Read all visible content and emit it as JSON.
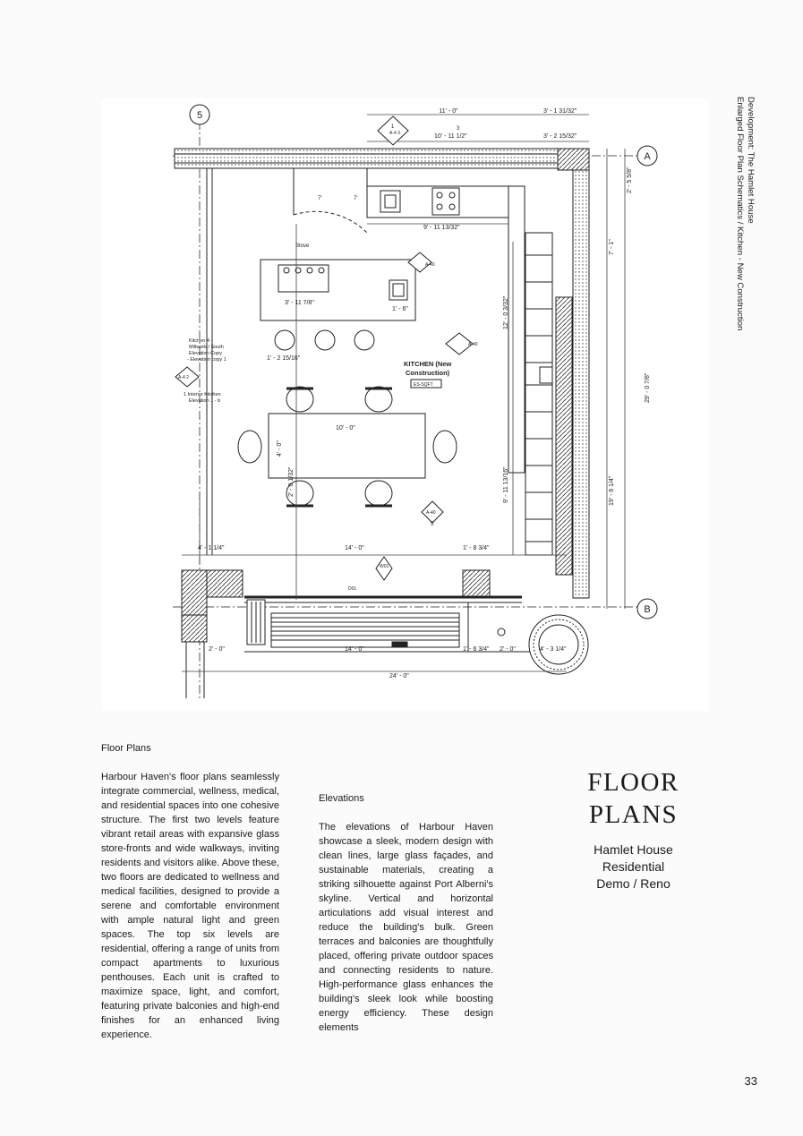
{
  "side_caption": {
    "line1": "Development: The Hamlet House",
    "line2": "Enlarged Floor Plan Schematics / Kitchen - New Construction"
  },
  "plan": {
    "grid_5": "5",
    "grid_a": "A",
    "grid_b": "B",
    "dim_top_11_0": "11' - 0\"",
    "dim_top_3_1": "3' - 1 31/32\"",
    "dim_top_10_11": "10' - 11 1/2\"",
    "dim_top_3_2": "3' - 2 15/32\"",
    "dim_9_11": "9' - 11 13/32\"",
    "dim_3_11": "3' - 11 7/8\"",
    "dim_1_6": "1' - 6\"",
    "dim_1_2": "1' - 2 15/16\"",
    "dim_10_0": "10' - 0\"",
    "dim_4_0": "4' - 0\"",
    "dim_2_0_half": "2' - 0 1/32\"",
    "dim_12_0": "12' - 0 3/32\"",
    "dim_9_11b": "9' - 11 13/16\"",
    "dim_r_2_5": "2' - 5 5/8\"",
    "dim_r_7_1": "7' - 1\"",
    "dim_r_29": "29' - 0 7/8\"",
    "dim_r_19": "19' - 6 1/4\"",
    "dim_4_1": "4' - 1 1/4\"",
    "dim_14_0a": "14' - 0\"",
    "dim_1_8": "1' - 8 3/4\"",
    "dim_2_0a": "2' - 0\"",
    "dim_14_0b": "14' - 0\"",
    "dim_1_6_3": "1' - 6 3/4\"",
    "dim_2_0b": "2' - 0\"",
    "dim_4_3": "4' - 3 1/4\"",
    "dim_24_0": "24' - 0\"",
    "dim_7a": "7'",
    "dim_7b": "7'",
    "stove_label": "Stove",
    "tag_a40a": "A-40",
    "tag_a40b": "A-40",
    "tag_a40c": "A-40",
    "tag_a4_2": "A-4 2",
    "tag_a4_3": "A-4 3",
    "tag_1": "1",
    "tag_3": "3",
    "tag_5": "5",
    "kitchen_line1": "KITCHEN (New",
    "kitchen_line2": "Construction)",
    "kitchen_tag": "ES-SQFT",
    "note_line1": "Kitchen 4 -",
    "note_line2": "Millwork / South",
    "note_line3": "Elevation Copy",
    "note_line4": "- Elevation copy 1",
    "note_line5": "1 Interior Kitchen",
    "note_line6": "Elevation 1 - b",
    "door_tag": "D01",
    "window_tag": "W01"
  },
  "col1": {
    "heading": "Floor Plans",
    "body": "Harbour Haven's floor plans seamlessly integrate commercial, wellness, medical, and residential spaces into one cohesive structure. The first two levels feature vibrant retail areas with expansive glass store-fronts and wide walkways, inviting residents and visitors alike. Above these, two floors are dedicated to wellness and medical facilities, designed to provide a serene and comfortable environment with ample natural light and green spaces. The top six levels are residential, offering a range of units from compact apartments to luxurious penthouses. Each unit is crafted to maximize space, light, and comfort, featuring private balconies and high-end finishes for an enhanced living experience."
  },
  "col2": {
    "heading": "Elevations",
    "body": "The elevations of Harbour Haven showcase a sleek, modern design with clean lines, large glass façades, and sustainable materials, creating a striking silhouette against Port Alberni's skyline. Vertical and horizontal articulations add visual interest and reduce the building's bulk. Green terraces and balconies are thoughtfully placed, offering private outdoor spaces and connecting residents to nature. High-performance glass enhances the building's sleek look while boosting energy efficiency. These design elements"
  },
  "title": {
    "line1": "FLOOR",
    "line2": "PLANS",
    "sub1": "Hamlet House",
    "sub2": "Residential",
    "sub3": "Demo / Reno"
  },
  "page_number": "33"
}
